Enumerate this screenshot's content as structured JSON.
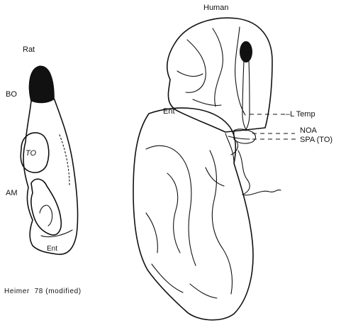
{
  "rat": {
    "title": "Rat",
    "labels": {
      "bo": "BO",
      "to": "TO",
      "am": "AM",
      "ent": "Ent"
    }
  },
  "human": {
    "title": "Human",
    "labels": {
      "ent": "Ent",
      "l_temp": "L Temp",
      "noa": "NOA",
      "spa": "SPA (TO)"
    }
  },
  "caption": "Heimer  78 (modified)",
  "colors": {
    "ink": "#111111",
    "background": "#ffffff"
  }
}
